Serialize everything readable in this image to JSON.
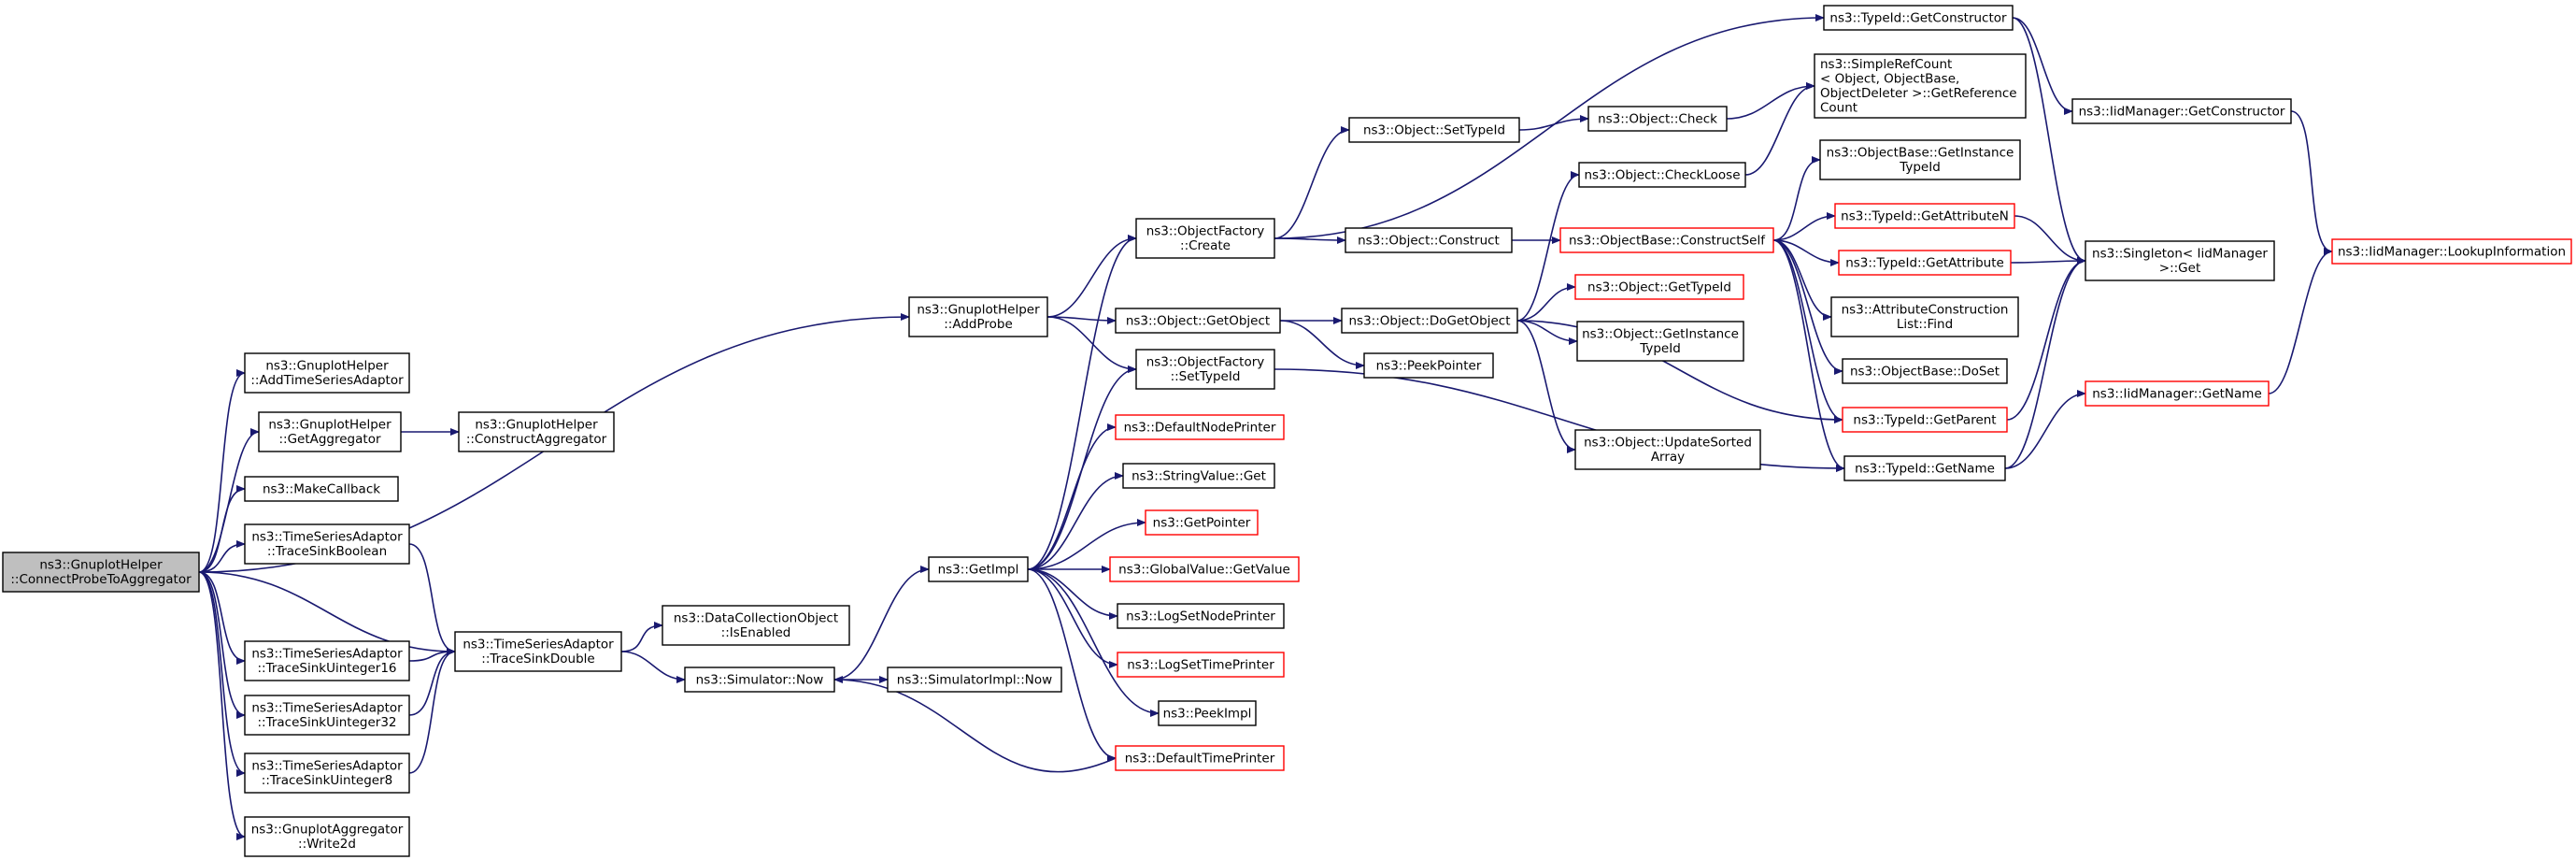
{
  "colors": {
    "edge": "#191970",
    "normal_border": "#000000",
    "red_border": "#ff0000",
    "root_fill": "#bfbfbf"
  },
  "nodes": [
    {
      "id": "root",
      "lines": [
        "ns3::GnuplotHelper",
        "::ConnectProbeToAggregator"
      ],
      "style": "root"
    },
    {
      "id": "addTimeSeries",
      "lines": [
        "ns3::GnuplotHelper",
        "::AddTimeSeriesAdaptor"
      ],
      "style": "normal"
    },
    {
      "id": "getAggregator",
      "lines": [
        "ns3::GnuplotHelper",
        "::GetAggregator"
      ],
      "style": "normal"
    },
    {
      "id": "constructAggregator",
      "lines": [
        "ns3::GnuplotHelper",
        "::ConstructAggregator"
      ],
      "style": "normal"
    },
    {
      "id": "makeCallback",
      "lines": [
        "ns3::MakeCallback"
      ],
      "style": "normal"
    },
    {
      "id": "traceSinkBoolean",
      "lines": [
        "ns3::TimeSeriesAdaptor",
        "::TraceSinkBoolean"
      ],
      "style": "normal"
    },
    {
      "id": "traceSinkDouble",
      "lines": [
        "ns3::TimeSeriesAdaptor",
        "::TraceSinkDouble"
      ],
      "style": "normal"
    },
    {
      "id": "traceSinkU16",
      "lines": [
        "ns3::TimeSeriesAdaptor",
        "::TraceSinkUinteger16"
      ],
      "style": "normal"
    },
    {
      "id": "traceSinkU32",
      "lines": [
        "ns3::TimeSeriesAdaptor",
        "::TraceSinkUinteger32"
      ],
      "style": "normal"
    },
    {
      "id": "traceSinkU8",
      "lines": [
        "ns3::TimeSeriesAdaptor",
        "::TraceSinkUinteger8"
      ],
      "style": "normal"
    },
    {
      "id": "write2d",
      "lines": [
        "ns3::GnuplotAggregator",
        "::Write2d"
      ],
      "style": "normal"
    },
    {
      "id": "addProbe",
      "lines": [
        "ns3::GnuplotHelper",
        "::AddProbe"
      ],
      "style": "normal"
    },
    {
      "id": "isEnabled",
      "lines": [
        "ns3::DataCollectionObject",
        "::IsEnabled"
      ],
      "style": "normal"
    },
    {
      "id": "simNow",
      "lines": [
        "ns3::Simulator::Now"
      ],
      "style": "normal"
    },
    {
      "id": "simImplNow",
      "lines": [
        "ns3::SimulatorImpl::Now"
      ],
      "style": "normal"
    },
    {
      "id": "getImpl",
      "lines": [
        "ns3::GetImpl"
      ],
      "style": "normal"
    },
    {
      "id": "ofCreate",
      "lines": [
        "ns3::ObjectFactory",
        "::Create"
      ],
      "style": "normal"
    },
    {
      "id": "objGetObject",
      "lines": [
        "ns3::Object::GetObject"
      ],
      "style": "normal"
    },
    {
      "id": "ofSetTypeId",
      "lines": [
        "ns3::ObjectFactory",
        "::SetTypeId"
      ],
      "style": "normal"
    },
    {
      "id": "defaultNodePrinter",
      "lines": [
        "ns3::DefaultNodePrinter"
      ],
      "style": "red"
    },
    {
      "id": "stringValueGet",
      "lines": [
        "ns3::StringValue::Get"
      ],
      "style": "normal"
    },
    {
      "id": "getPointer",
      "lines": [
        "ns3::GetPointer"
      ],
      "style": "red"
    },
    {
      "id": "globalValueGet",
      "lines": [
        "ns3::GlobalValue::GetValue"
      ],
      "style": "red"
    },
    {
      "id": "logSetNodePrinter",
      "lines": [
        "ns3::LogSetNodePrinter"
      ],
      "style": "normal"
    },
    {
      "id": "logSetTimePrinter",
      "lines": [
        "ns3::LogSetTimePrinter"
      ],
      "style": "red"
    },
    {
      "id": "peekImpl",
      "lines": [
        "ns3::PeekImpl"
      ],
      "style": "normal"
    },
    {
      "id": "defaultTimePrinter",
      "lines": [
        "ns3::DefaultTimePrinter"
      ],
      "style": "red"
    },
    {
      "id": "objSetTypeId",
      "lines": [
        "ns3::Object::SetTypeId"
      ],
      "style": "normal"
    },
    {
      "id": "objConstruct",
      "lines": [
        "ns3::Object::Construct"
      ],
      "style": "normal"
    },
    {
      "id": "objDoGetObject",
      "lines": [
        "ns3::Object::DoGetObject"
      ],
      "style": "normal"
    },
    {
      "id": "peekPointer",
      "lines": [
        "ns3::PeekPointer"
      ],
      "style": "normal"
    },
    {
      "id": "objCheck",
      "lines": [
        "ns3::Object::Check"
      ],
      "style": "normal"
    },
    {
      "id": "objCheckLoose",
      "lines": [
        "ns3::Object::CheckLoose"
      ],
      "style": "normal"
    },
    {
      "id": "obConstructSelf",
      "lines": [
        "ns3::ObjectBase::ConstructSelf"
      ],
      "style": "red"
    },
    {
      "id": "objGetTypeId",
      "lines": [
        "ns3::Object::GetTypeId"
      ],
      "style": "red"
    },
    {
      "id": "objGetInstanceTypeId",
      "lines": [
        "ns3::Object::GetInstance",
        "TypeId"
      ],
      "style": "normal"
    },
    {
      "id": "objUpdateSorted",
      "lines": [
        "ns3::Object::UpdateSorted",
        "Array"
      ],
      "style": "normal"
    },
    {
      "id": "typeIdGetConstructor",
      "lines": [
        "ns3::TypeId::GetConstructor"
      ],
      "style": "normal"
    },
    {
      "id": "simpleRefCount",
      "lines": [
        "ns3::SimpleRefCount",
        "< Object, ObjectBase,",
        "ObjectDeleter >::GetReference",
        "Count"
      ],
      "style": "normal",
      "align": "left"
    },
    {
      "id": "obGetInstanceTypeId",
      "lines": [
        "ns3::ObjectBase::GetInstance",
        "TypeId"
      ],
      "style": "normal"
    },
    {
      "id": "typeIdGetAttrN",
      "lines": [
        "ns3::TypeId::GetAttributeN"
      ],
      "style": "red"
    },
    {
      "id": "typeIdGetAttr",
      "lines": [
        "ns3::TypeId::GetAttribute"
      ],
      "style": "red"
    },
    {
      "id": "attrConstrListFind",
      "lines": [
        "ns3::AttributeConstruction",
        "List::Find"
      ],
      "style": "normal"
    },
    {
      "id": "obDoSet",
      "lines": [
        "ns3::ObjectBase::DoSet"
      ],
      "style": "normal"
    },
    {
      "id": "typeIdGetParent",
      "lines": [
        "ns3::TypeId::GetParent"
      ],
      "style": "red"
    },
    {
      "id": "typeIdGetName",
      "lines": [
        "ns3::TypeId::GetName"
      ],
      "style": "normal"
    },
    {
      "id": "iidGetConstructor",
      "lines": [
        "ns3::IidManager::GetConstructor"
      ],
      "style": "normal"
    },
    {
      "id": "singletonGet",
      "lines": [
        "ns3::Singleton< IidManager",
        ">::Get"
      ],
      "style": "normal"
    },
    {
      "id": "iidGetName",
      "lines": [
        "ns3::IidManager::GetName"
      ],
      "style": "red"
    },
    {
      "id": "iidLookup",
      "lines": [
        "ns3::IidManager::LookupInformation"
      ],
      "style": "red"
    }
  ],
  "edges": [
    [
      "root",
      "addProbe"
    ],
    [
      "root",
      "addTimeSeries"
    ],
    [
      "root",
      "getAggregator"
    ],
    [
      "root",
      "makeCallback"
    ],
    [
      "root",
      "traceSinkBoolean"
    ],
    [
      "root",
      "traceSinkDouble"
    ],
    [
      "root",
      "traceSinkU16"
    ],
    [
      "root",
      "traceSinkU32"
    ],
    [
      "root",
      "traceSinkU8"
    ],
    [
      "root",
      "write2d"
    ],
    [
      "getAggregator",
      "constructAggregator"
    ],
    [
      "traceSinkBoolean",
      "traceSinkDouble"
    ],
    [
      "traceSinkU16",
      "traceSinkDouble"
    ],
    [
      "traceSinkU32",
      "traceSinkDouble"
    ],
    [
      "traceSinkU8",
      "traceSinkDouble"
    ],
    [
      "traceSinkDouble",
      "isEnabled"
    ],
    [
      "traceSinkDouble",
      "simNow"
    ],
    [
      "simNow",
      "getImpl"
    ],
    [
      "simNow",
      "simImplNow"
    ],
    [
      "getImpl",
      "ofCreate"
    ],
    [
      "getImpl",
      "ofSetTypeId"
    ],
    [
      "getImpl",
      "defaultNodePrinter"
    ],
    [
      "getImpl",
      "stringValueGet"
    ],
    [
      "getImpl",
      "getPointer"
    ],
    [
      "getImpl",
      "globalValueGet"
    ],
    [
      "getImpl",
      "logSetNodePrinter"
    ],
    [
      "getImpl",
      "logSetTimePrinter"
    ],
    [
      "getImpl",
      "peekImpl"
    ],
    [
      "getImpl",
      "defaultTimePrinter"
    ],
    [
      "defaultTimePrinter",
      "simNow"
    ],
    [
      "addProbe",
      "ofCreate"
    ],
    [
      "addProbe",
      "objGetObject"
    ],
    [
      "addProbe",
      "ofSetTypeId"
    ],
    [
      "ofCreate",
      "typeIdGetConstructor"
    ],
    [
      "ofCreate",
      "objSetTypeId"
    ],
    [
      "ofCreate",
      "objConstruct"
    ],
    [
      "objGetObject",
      "objDoGetObject"
    ],
    [
      "objGetObject",
      "peekPointer"
    ],
    [
      "ofSetTypeId",
      "typeIdGetName"
    ],
    [
      "objSetTypeId",
      "objCheck"
    ],
    [
      "objConstruct",
      "obConstructSelf"
    ],
    [
      "objCheck",
      "simpleRefCount"
    ],
    [
      "objCheckLoose",
      "simpleRefCount"
    ],
    [
      "objDoGetObject",
      "objCheckLoose"
    ],
    [
      "objDoGetObject",
      "objGetTypeId"
    ],
    [
      "objDoGetObject",
      "objGetInstanceTypeId"
    ],
    [
      "objDoGetObject",
      "objUpdateSorted"
    ],
    [
      "objDoGetObject",
      "typeIdGetParent"
    ],
    [
      "obConstructSelf",
      "obGetInstanceTypeId"
    ],
    [
      "obConstructSelf",
      "typeIdGetAttrN"
    ],
    [
      "obConstructSelf",
      "typeIdGetAttr"
    ],
    [
      "obConstructSelf",
      "attrConstrListFind"
    ],
    [
      "obConstructSelf",
      "obDoSet"
    ],
    [
      "obConstructSelf",
      "typeIdGetParent"
    ],
    [
      "obConstructSelf",
      "typeIdGetName"
    ],
    [
      "typeIdGetConstructor",
      "iidGetConstructor"
    ],
    [
      "typeIdGetConstructor",
      "singletonGet"
    ],
    [
      "typeIdGetAttrN",
      "singletonGet"
    ],
    [
      "typeIdGetAttr",
      "singletonGet"
    ],
    [
      "typeIdGetParent",
      "singletonGet"
    ],
    [
      "typeIdGetName",
      "singletonGet"
    ],
    [
      "typeIdGetName",
      "iidGetName"
    ],
    [
      "iidGetConstructor",
      "iidLookup"
    ],
    [
      "iidGetName",
      "iidLookup"
    ]
  ]
}
